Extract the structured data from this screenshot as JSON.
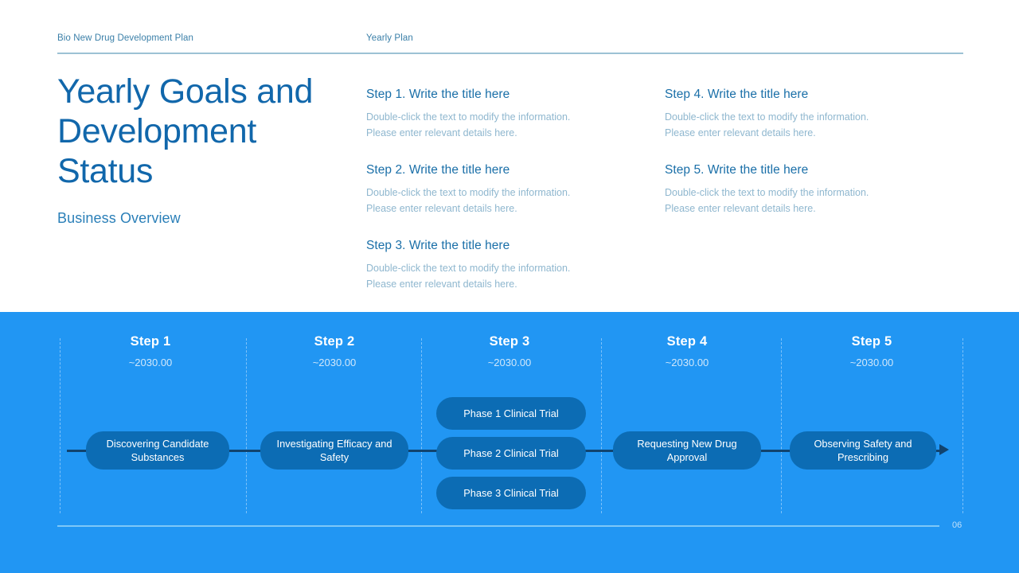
{
  "header": {
    "left_label": "Bio New Drug Development Plan",
    "right_label": "Yearly Plan"
  },
  "title_block": {
    "title": "Yearly Goals and Development Status",
    "subtitle": "Business Overview"
  },
  "steps_text": [
    {
      "title": "Step 1. Write the title here",
      "line1": "Double-click the text to modify the information.",
      "line2": "Please enter relevant details here."
    },
    {
      "title": "Step 2. Write the title here",
      "line1": "Double-click the text to modify the information.",
      "line2": "Please enter relevant details here."
    },
    {
      "title": "Step 3. Write the title here",
      "line1": "Double-click the text to modify the information.",
      "line2": "Please enter relevant details here."
    },
    {
      "title": "Step 4. Write the title here",
      "line1": "Double-click the text to modify the information.",
      "line2": "Please enter relevant details here."
    },
    {
      "title": "Step 5. Write the title here",
      "line1": "Double-click the text to modify the information.",
      "line2": "Please enter relevant details here."
    }
  ],
  "timeline": {
    "columns": [
      {
        "name": "Step 1",
        "date": "~2030.00"
      },
      {
        "name": "Step 2",
        "date": "~2030.00"
      },
      {
        "name": "Step 3",
        "date": "~2030.00"
      },
      {
        "name": "Step 4",
        "date": "~2030.00"
      },
      {
        "name": "Step 5",
        "date": "~2030.00"
      }
    ],
    "pills": [
      {
        "label": "Discovering Candidate Substances"
      },
      {
        "label": "Investigating Efficacy and Safety"
      },
      {
        "label": "Phase 1 Clinical Trial"
      },
      {
        "label": "Phase 2 Clinical Trial"
      },
      {
        "label": "Phase 3 Clinical Trial"
      },
      {
        "label": "Requesting New Drug Approval"
      },
      {
        "label": "Observing Safety and Prescribing"
      }
    ]
  },
  "footer": {
    "page_number": "06"
  },
  "colors": {
    "section_blue": "#2196f3",
    "pill_blue": "#0c6cb4",
    "title_blue": "#1167ab",
    "track_navy": "#11436e",
    "muted_text": "#8fb7cf"
  }
}
